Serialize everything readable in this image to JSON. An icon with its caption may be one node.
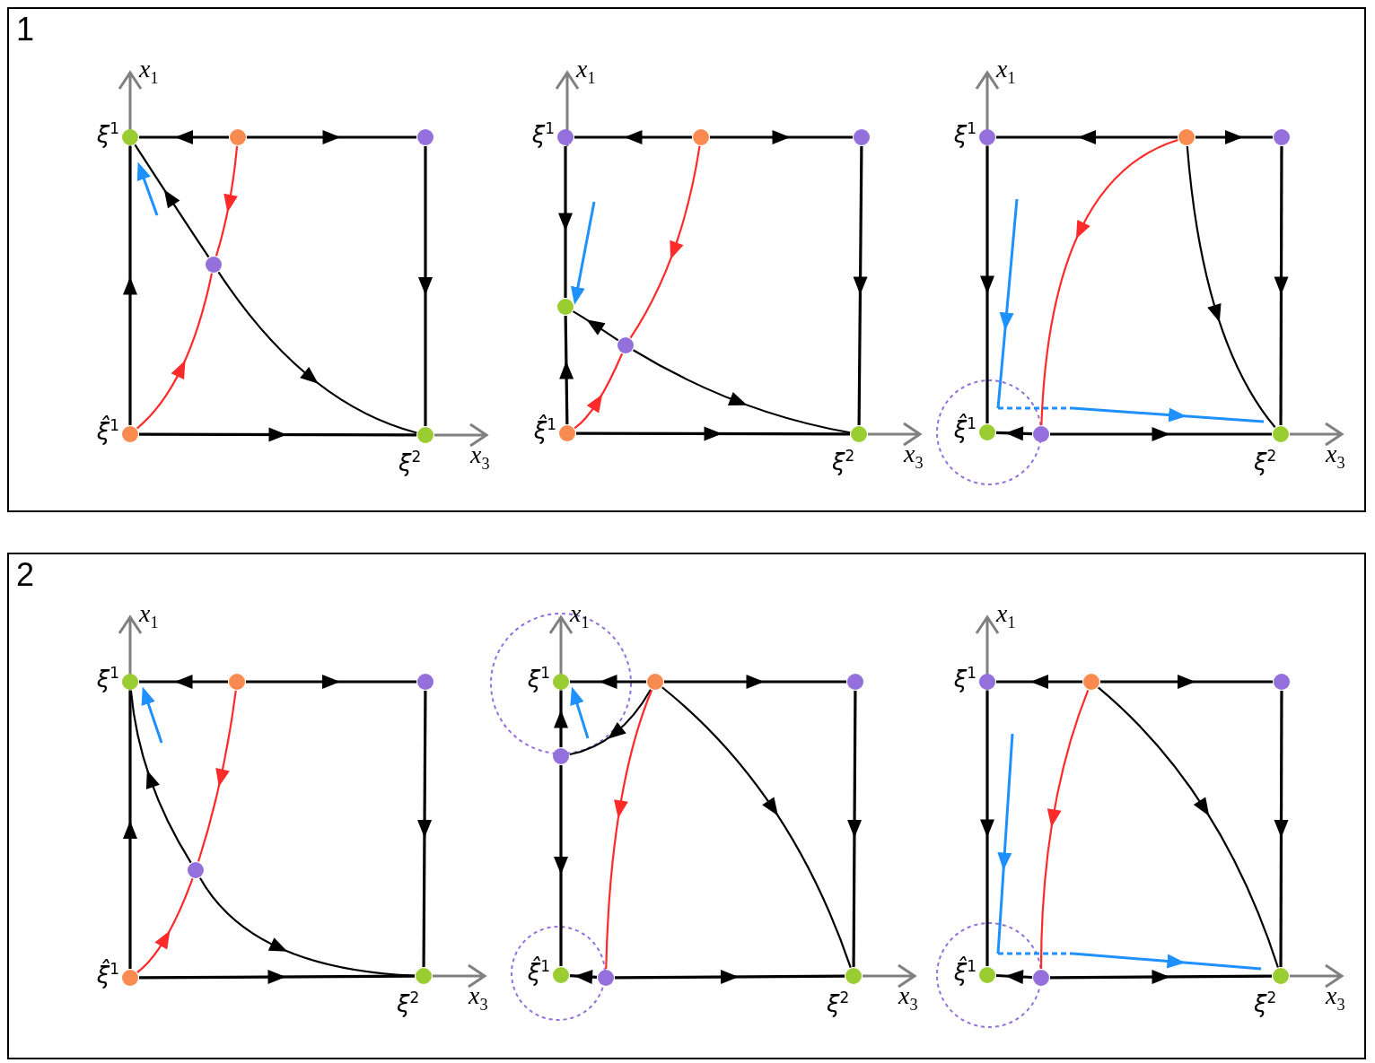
{
  "diagram": {
    "nodes": [
      {
        "text": [
          "1"
        ]
      },
      {
        "text": [],
        "shape": "circle",
        "in": 0,
        "beside": [
          "ξ$^{1}$"
        ]
      },
      {
        "text": [],
        "shape": "circle",
        "in": 0
      },
      {
        "text": [],
        "shape": "circle",
        "in": 0
      },
      {
        "text": [],
        "shape": "circle",
        "in": 0
      },
      {
        "text": [],
        "shape": "circle",
        "in": 0,
        "beside": [
          "ξ̂$^{1}$"
        ]
      },
      {
        "text": [],
        "shape": "circle",
        "in": 0,
        "beside": [
          "ξ$^{2}$"
        ]
      },
      {
        "text": [],
        "shape": "circle",
        "in": 0,
        "beside": [
          "ξ$^{1}$"
        ]
      },
      {
        "text": [],
        "shape": "circle",
        "in": 0
      },
      {
        "text": [],
        "shape": "circle",
        "in": 0
      },
      {
        "text": [],
        "shape": "circle",
        "in": 0
      },
      {
        "text": [],
        "shape": "circle",
        "in": 0
      },
      {
        "text": [],
        "shape": "circle",
        "in": 0,
        "beside": [
          "ξ̂$^{1}$"
        ]
      },
      {
        "text": [],
        "shape": "circle",
        "in": 0,
        "beside": [
          "ξ$^{2}$"
        ]
      },
      {
        "text": [],
        "shape": "circle",
        "in": 0,
        "beside": [
          "ξ$^{1}$"
        ]
      },
      {
        "text": [],
        "shape": "circle",
        "in": 0
      },
      {
        "text": [],
        "shape": "circle",
        "in": 0
      },
      {
        "text": [],
        "shape": "circle",
        "in": 0,
        "beside": [
          "ξ̂$^{1}$"
        ]
      },
      {
        "text": [],
        "shape": "circle",
        "in": 0
      },
      {
        "text": [],
        "shape": "circle",
        "in": 0,
        "beside": [
          "ξ$^{2}$"
        ]
      },
      {
        "text": [
          "2"
        ]
      },
      {
        "text": [],
        "shape": "circle",
        "in": 20,
        "beside": [
          "ξ$^{1}$"
        ]
      },
      {
        "text": [],
        "shape": "circle",
        "in": 20
      },
      {
        "text": [],
        "shape": "circle",
        "in": 20
      },
      {
        "text": [],
        "shape": "circle",
        "in": 20
      },
      {
        "text": [],
        "shape": "circle",
        "in": 20,
        "beside": [
          "ξ̂$^{1}$"
        ]
      },
      {
        "text": [],
        "shape": "circle",
        "in": 20,
        "beside": [
          "ξ$^{2}$"
        ]
      },
      {
        "text": [],
        "shape": "circle",
        "in": 20,
        "beside": [
          "ξ$^{1}$"
        ]
      },
      {
        "text": [],
        "shape": "circle",
        "in": 20
      },
      {
        "text": [],
        "shape": "circle",
        "in": 20
      },
      {
        "text": [],
        "shape": "circle",
        "in": 20
      },
      {
        "text": [],
        "shape": "circle",
        "in": 20,
        "beside": [
          "ξ̂$^{1}$"
        ]
      },
      {
        "text": [],
        "shape": "circle",
        "in": 20
      },
      {
        "text": [],
        "shape": "circle",
        "in": 20,
        "beside": [
          "ξ$^{2}$"
        ]
      },
      {
        "text": [],
        "shape": "circle",
        "in": 20,
        "beside": [
          "ξ$^{1}$"
        ]
      },
      {
        "text": [],
        "shape": "circle",
        "in": 20
      },
      {
        "text": [],
        "shape": "circle",
        "in": 20
      },
      {
        "text": [],
        "shape": "circle",
        "in": 20,
        "beside": [
          "ξ̂$^{1}$"
        ]
      },
      {
        "text": [],
        "shape": "circle",
        "in": 20
      },
      {
        "text": [],
        "shape": "circle",
        "in": 20,
        "beside": [
          "ξ$^{2}$"
        ]
      }
    ],
    "edges": [
      {
        "from": 2,
        "to": 1,
        "arrow": "to"
      },
      {
        "from": 2,
        "to": 3,
        "arrow": "to"
      },
      {
        "from": 3,
        "to": 6,
        "arrow": "to"
      },
      {
        "from": 5,
        "to": 6,
        "arrow": "to"
      },
      {
        "from": 5,
        "to": 1,
        "arrow": "to"
      },
      {
        "from": 2,
        "to": 4,
        "arrow": "to",
        "color": "#ff2a2a"
      },
      {
        "from": 5,
        "to": 4,
        "arrow": "to",
        "color": "#ff2a2a"
      },
      {
        "from": 4,
        "to": 1,
        "arrow": "to"
      },
      {
        "from": 4,
        "to": 6,
        "arrow": "to"
      },
      {
        "from": 8,
        "to": 7,
        "arrow": "to"
      },
      {
        "from": 8,
        "to": 9,
        "arrow": "to"
      },
      {
        "from": 9,
        "to": 13,
        "arrow": "to"
      },
      {
        "from": 12,
        "to": 13,
        "arrow": "to"
      },
      {
        "from": 7,
        "to": 10,
        "arrow": "to"
      },
      {
        "from": 12,
        "to": 10,
        "arrow": "to"
      },
      {
        "from": 8,
        "to": 11,
        "arrow": "to",
        "color": "#ff2a2a"
      },
      {
        "from": 12,
        "to": 11,
        "arrow": "to",
        "color": "#ff2a2a"
      },
      {
        "from": 11,
        "to": 10,
        "arrow": "to"
      },
      {
        "from": 11,
        "to": 13,
        "arrow": "to"
      },
      {
        "from": 15,
        "to": 14,
        "arrow": "to"
      },
      {
        "from": 15,
        "to": 16,
        "arrow": "to"
      },
      {
        "from": 16,
        "to": 19,
        "arrow": "to"
      },
      {
        "from": 14,
        "to": 17,
        "arrow": "to"
      },
      {
        "from": 18,
        "to": 17,
        "arrow": "to"
      },
      {
        "from": 18,
        "to": 19,
        "arrow": "to"
      },
      {
        "from": 15,
        "to": 18,
        "arrow": "to",
        "color": "#ff2a2a"
      },
      {
        "from": 15,
        "to": 19,
        "arrow": "to"
      },
      {
        "from": 22,
        "to": 21,
        "arrow": "to"
      },
      {
        "from": 22,
        "to": 23,
        "arrow": "to"
      },
      {
        "from": 23,
        "to": 26,
        "arrow": "to"
      },
      {
        "from": 25,
        "to": 26,
        "arrow": "to"
      },
      {
        "from": 25,
        "to": 21,
        "arrow": "to"
      },
      {
        "from": 22,
        "to": 24,
        "arrow": "to",
        "color": "#ff2a2a"
      },
      {
        "from": 25,
        "to": 24,
        "arrow": "to",
        "color": "#ff2a2a"
      },
      {
        "from": 24,
        "to": 21,
        "arrow": "to"
      },
      {
        "from": 24,
        "to": 26,
        "arrow": "to"
      },
      {
        "from": 28,
        "to": 27,
        "arrow": "to"
      },
      {
        "from": 28,
        "to": 29,
        "arrow": "to"
      },
      {
        "from": 29,
        "to": 33,
        "arrow": "to"
      },
      {
        "from": 30,
        "to": 27,
        "arrow": "to"
      },
      {
        "from": 30,
        "to": 31,
        "arrow": "to"
      },
      {
        "from": 32,
        "to": 31,
        "arrow": "to"
      },
      {
        "from": 32,
        "to": 33,
        "arrow": "to"
      },
      {
        "from": 28,
        "to": 30,
        "arrow": "to"
      },
      {
        "from": 28,
        "to": 32,
        "arrow": "to",
        "color": "#ff2a2a"
      },
      {
        "from": 28,
        "to": 33,
        "arrow": "to"
      },
      {
        "from": 35,
        "to": 34,
        "arrow": "to"
      },
      {
        "from": 35,
        "to": 36,
        "arrow": "to"
      },
      {
        "from": 36,
        "to": 39,
        "arrow": "to"
      },
      {
        "from": 34,
        "to": 37,
        "arrow": "to"
      },
      {
        "from": 38,
        "to": 37,
        "arrow": "to"
      },
      {
        "from": 38,
        "to": 39,
        "arrow": "to"
      },
      {
        "from": 35,
        "to": 38,
        "arrow": "to",
        "color": "#ff2a2a"
      },
      {
        "from": 35,
        "to": 39,
        "arrow": "to"
      }
    ],
    "labels": [
      "*x*$_{1}$",
      "*x*$_{3}$",
      "*x*$_{1}$",
      "*x*$_{3}$",
      "*x*$_{1}$",
      "*x*$_{3}$",
      "*x*$_{1}$",
      "*x*$_{3}$",
      "*x*$_{1}$",
      "*x*$_{3}$",
      "*x*$_{1}$",
      "*x*$_{3}$"
    ]
  }
}
